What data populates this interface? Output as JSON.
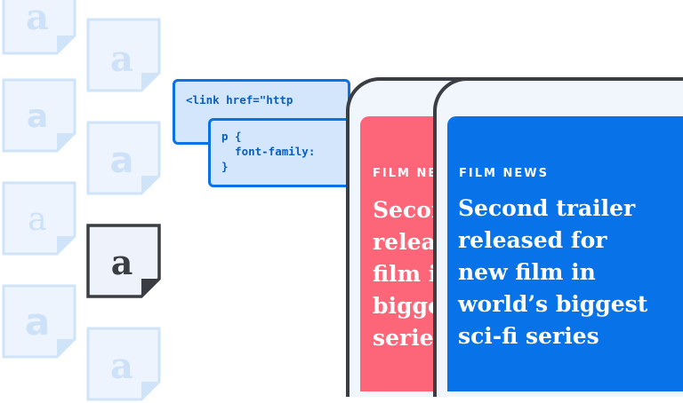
{
  "font_icons": {
    "glyph": "a",
    "colors": {
      "faded_fill": "#eef4fd",
      "faded_stroke": "#cfe3f9",
      "faded_glyph": "#cde2f8",
      "active_fill": "#eef2fa",
      "active_stroke": "#3a3d41",
      "active_glyph": "#3a3d41"
    }
  },
  "code_snippets": {
    "link": "<link href=\"http",
    "css": "p {\n  font-family:\n}"
  },
  "tablets": {
    "back": {
      "kicker": "FILM NEWS",
      "headline": "Second trailer\nreleased for new\nfilm in world’s\nbiggest sci-fi\nseries",
      "color": "#fd6679"
    },
    "front": {
      "kicker": "FILM NEWS",
      "headline": "Second trailer\nreleased for\nnew film in\nworld’s biggest\nsci-fi series",
      "color": "#0872e8"
    }
  }
}
